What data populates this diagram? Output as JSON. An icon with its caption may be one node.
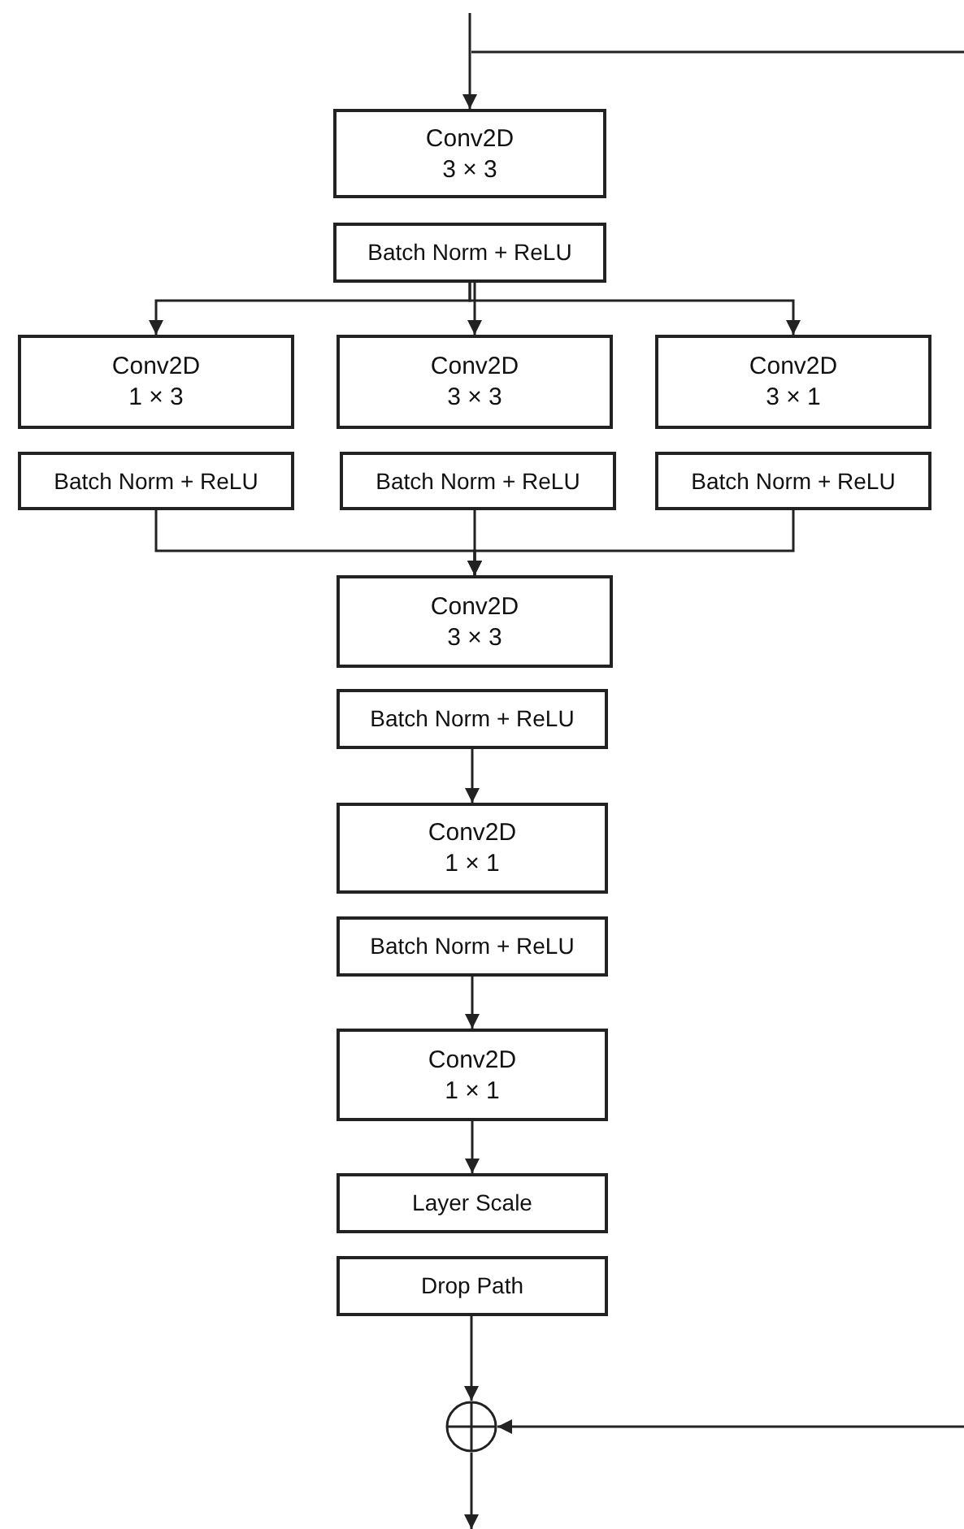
{
  "diagram": {
    "nodes": [
      {
        "text": [
          "Conv2D",
          "3 × 3"
        ]
      },
      {
        "text": [
          "Batch Norm + ReLU"
        ]
      },
      {
        "text": [
          "Conv2D",
          "1 × 3"
        ]
      },
      {
        "text": [
          "Conv2D",
          "3 × 3"
        ]
      },
      {
        "text": [
          "Conv2D",
          "3 × 1"
        ]
      },
      {
        "text": [
          "Batch Norm + ReLU"
        ]
      },
      {
        "text": [
          "Batch Norm + ReLU"
        ]
      },
      {
        "text": [
          "Batch Norm + ReLU"
        ]
      },
      {
        "text": [
          "Conv2D",
          "3 × 3"
        ]
      },
      {
        "text": [
          "Batch Norm + ReLU"
        ]
      },
      {
        "text": [
          "Conv2D",
          "1 × 1"
        ]
      },
      {
        "text": [
          "Batch Norm + ReLU"
        ]
      },
      {
        "text": [
          "Conv2D",
          "1 × 1"
        ]
      },
      {
        "text": [
          "Layer Scale"
        ]
      },
      {
        "text": [
          "Drop Path"
        ]
      },
      {
        "text": [],
        "shape": "circle"
      }
    ],
    "edges": [
      {
        "from": null,
        "to": 0,
        "arrow": "to"
      },
      {
        "from": null,
        "to": 15,
        "arrow": "to"
      },
      {
        "from": 1,
        "to": 2,
        "arrow": "to"
      },
      {
        "from": 1,
        "to": 3,
        "arrow": "to"
      },
      {
        "from": 1,
        "to": 4,
        "arrow": "to"
      },
      {
        "from": 5,
        "to": 8,
        "arrow": "to"
      },
      {
        "from": 6,
        "to": 8,
        "arrow": "to"
      },
      {
        "from": 7,
        "to": 8,
        "arrow": "to"
      },
      {
        "from": 9,
        "to": 10,
        "arrow": "to"
      },
      {
        "from": 11,
        "to": 12,
        "arrow": "to"
      },
      {
        "from": 12,
        "to": 13,
        "arrow": "to"
      },
      {
        "from": 14,
        "to": 15,
        "arrow": "to"
      },
      {
        "from": 15,
        "to": null,
        "arrow": "to"
      }
    ]
  }
}
